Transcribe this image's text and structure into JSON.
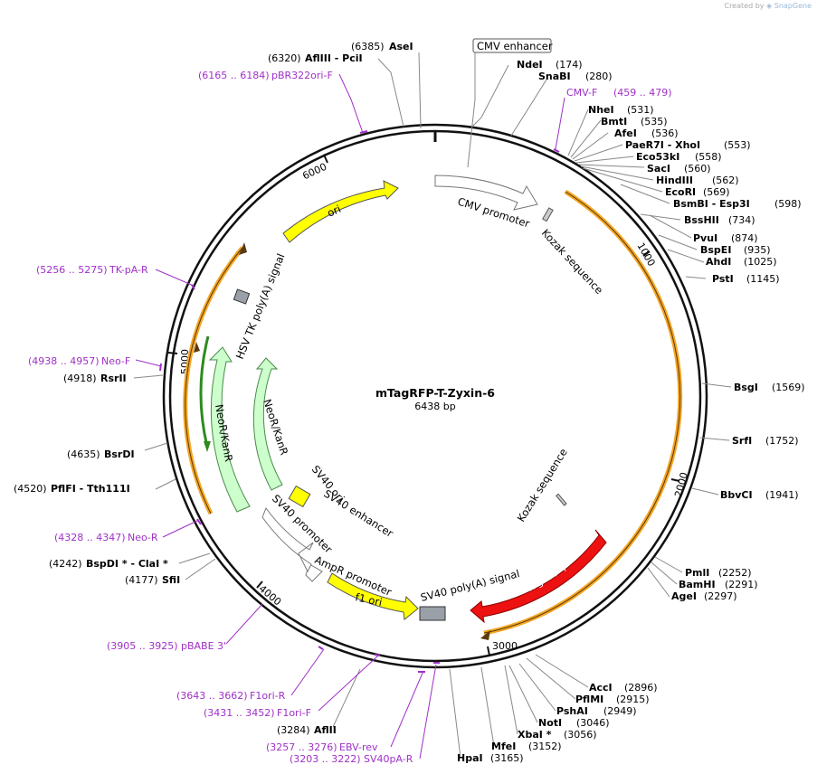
{
  "credit": {
    "prefix": "Created by",
    "brand": "SnapGene"
  },
  "plasmid": {
    "name": "mTagRFP-T-Zyxin-6",
    "size_label": "6438 bp"
  },
  "ticks": [
    "1000",
    "2000",
    "3000",
    "4000",
    "5000",
    "6000"
  ],
  "enzymes_right": [
    {
      "name": "NdeI",
      "pos": "(174)"
    },
    {
      "name": "SnaBI",
      "pos": "(280)"
    },
    {
      "name": "NheI",
      "pos": "(531)"
    },
    {
      "name": "BmtI",
      "pos": "(535)"
    },
    {
      "name": "AfeI",
      "pos": "(536)"
    },
    {
      "name": "PaeR7I - XhoI",
      "pos": "(553)"
    },
    {
      "name": "Eco53kI",
      "pos": "(558)"
    },
    {
      "name": "SacI",
      "pos": "(560)"
    },
    {
      "name": "HindIII",
      "pos": "(562)"
    },
    {
      "name": "EcoRI",
      "pos": "(569)"
    },
    {
      "name": "BsmBI - Esp3I",
      "pos": "(598)"
    },
    {
      "name": "BssHII",
      "pos": "(734)"
    },
    {
      "name": "PvuI",
      "pos": "(874)"
    },
    {
      "name": "BspEI",
      "pos": "(935)"
    },
    {
      "name": "AhdI",
      "pos": "(1025)"
    },
    {
      "name": "PstI",
      "pos": "(1145)"
    },
    {
      "name": "BsgI",
      "pos": "(1569)"
    },
    {
      "name": "SrfI",
      "pos": "(1752)"
    },
    {
      "name": "BbvCI",
      "pos": "(1941)"
    },
    {
      "name": "PmlI",
      "pos": "(2252)"
    },
    {
      "name": "BamHI",
      "pos": "(2291)"
    },
    {
      "name": "AgeI",
      "pos": "(2297)"
    },
    {
      "name": "AccI",
      "pos": "(2896)"
    },
    {
      "name": "PflMI",
      "pos": "(2915)"
    },
    {
      "name": "PshAI",
      "pos": "(2949)"
    },
    {
      "name": "NotI",
      "pos": "(3046)"
    },
    {
      "name": "XbaI *",
      "pos": "(3056)"
    },
    {
      "name": "MfeI",
      "pos": "(3152)"
    },
    {
      "name": "HpaI",
      "pos": "(3165)"
    }
  ],
  "enzymes_left": [
    {
      "name": "AseI",
      "pos": "(6385)"
    },
    {
      "name": "AflIII - PciI",
      "pos": "(6320)"
    },
    {
      "name": "RsrII",
      "pos": "(4918)"
    },
    {
      "name": "BsrDI",
      "pos": "(4635)"
    },
    {
      "name": "PflFI - Tth111I",
      "pos": "(4520)"
    },
    {
      "name": "BspDI * - ClaI *",
      "pos": "(4242)"
    },
    {
      "name": "SfiI",
      "pos": "(4177)"
    },
    {
      "name": "AflII",
      "pos": "(3284)"
    }
  ],
  "primers": [
    {
      "range": "(6165 .. 6184)",
      "name": "pBR322ori-F"
    },
    {
      "range": "(459 .. 479)",
      "name": "CMV-F"
    },
    {
      "range": "(5256 .. 5275)",
      "name": "TK-pA-R"
    },
    {
      "range": "(4938 .. 4957)",
      "name": "Neo-F"
    },
    {
      "range": "(4328 .. 4347)",
      "name": "Neo-R"
    },
    {
      "range": "(3905 .. 3925)",
      "name": "pBABE 3'"
    },
    {
      "range": "(3643 .. 3662)",
      "name": "F1ori-R"
    },
    {
      "range": "(3431 .. 3452)",
      "name": "F1ori-F"
    },
    {
      "range": "(3257 .. 3276)",
      "name": "EBV-rev"
    },
    {
      "range": "(3203 .. 3222)",
      "name": "SV40pA-R"
    }
  ],
  "features": {
    "cmv_enhancer": "CMV enhancer",
    "cmv_promoter": "CMV promoter",
    "kozak1": "Kozak sequence",
    "kozak2": "Kozak sequence",
    "tagrfp": "TagRFP-T",
    "sv40_polya": "SV40 poly(A) signal",
    "f1_ori": "f1 ori",
    "ampr_promoter": "AmpR promoter",
    "sv40_promoter": "SV40 promoter",
    "sv40_ori": "SV40 ori",
    "sv40_enhancer": "SV40 enhancer",
    "neokanr_inner": "NeoR/KanR",
    "neokanr_outer": "NeoR/KanR",
    "hsv_tk": "HSV TK poly(A) signal",
    "ori": "ori"
  },
  "colors": {
    "backbone": "#111111",
    "primer": "#a030c8",
    "orf_orange": "#f5a623",
    "orf_green": "#2e8b1f",
    "tagrfp": "#ee1111",
    "ori": "#ffff00",
    "neokanr": "#ccffcc",
    "promoter": "#ffffff",
    "polya": "#9aa0a8"
  }
}
